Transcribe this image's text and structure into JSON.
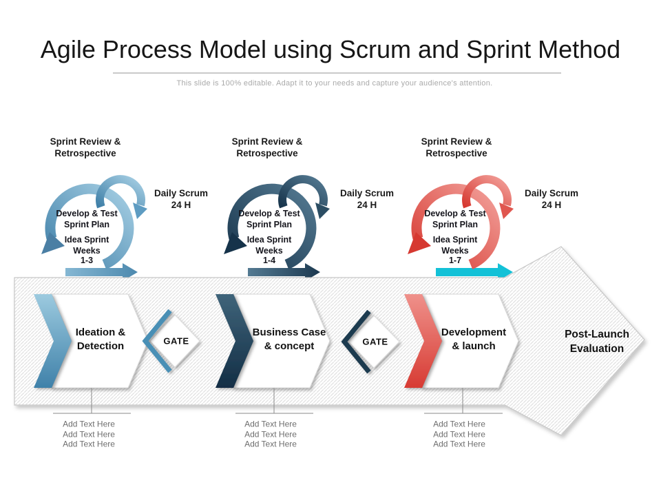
{
  "slide": {
    "title": "Agile Process Model using Scrum and Sprint Method",
    "subtitle": "This slide is 100% editable. Adapt it to your needs and capture your audience's attention."
  },
  "colors": {
    "blue": "#4e8bb0",
    "navy": "#1d3a50",
    "red": "#d83a33",
    "teal": "#13c1d7",
    "text_dark": "#1a1a1a",
    "text_gray": "#a9a9a9",
    "hatch_line": "#e1e1e1"
  },
  "sprints": [
    {
      "review_line1": "Sprint Review &",
      "review_line2": "Retrospective",
      "daily_line1": "Daily Scrum",
      "daily_line2": "24 H",
      "loop_line1": "Develop & Test",
      "loop_line2": "Sprint Plan",
      "loop_line3": "Idea Sprint",
      "loop_line4": "Weeks",
      "weeks_range": "1-3",
      "accent": "#4e8bb0"
    },
    {
      "review_line1": "Sprint Review &",
      "review_line2": "Retrospective",
      "daily_line1": "Daily Scrum",
      "daily_line2": "24 H",
      "loop_line1": "Develop & Test",
      "loop_line2": "Sprint Plan",
      "loop_line3": "Idea Sprint",
      "loop_line4": "Weeks",
      "weeks_range": "1-4",
      "accent": "#1d3a50"
    },
    {
      "review_line1": "Sprint Review &",
      "review_line2": "Retrospective",
      "daily_line1": "Daily Scrum",
      "daily_line2": "24 H",
      "loop_line1": "Develop & Test",
      "loop_line2": "Sprint Plan",
      "loop_line3": "Idea Sprint",
      "loop_line4": "Weeks",
      "weeks_range": "1-7",
      "accent": "#d83a33"
    }
  ],
  "process_steps": [
    {
      "line1": "Ideation &",
      "line2": "Detection"
    },
    {
      "line1": "Business Case",
      "line2": "& concept"
    },
    {
      "line1": "Development",
      "line2": "& launch"
    }
  ],
  "gates": [
    {
      "label": "GATE"
    },
    {
      "label": "GATE"
    }
  ],
  "final_step": {
    "line1": "Post-Launch",
    "line2": "Evaluation"
  },
  "placeholders": [
    {
      "items": [
        "Add Text Here",
        "Add Text Here",
        "Add Text Here"
      ]
    },
    {
      "items": [
        "Add Text Here",
        "Add Text Here",
        "Add Text Here"
      ]
    },
    {
      "items": [
        "Add Text Here",
        "Add Text Here",
        "Add Text Here"
      ]
    }
  ]
}
